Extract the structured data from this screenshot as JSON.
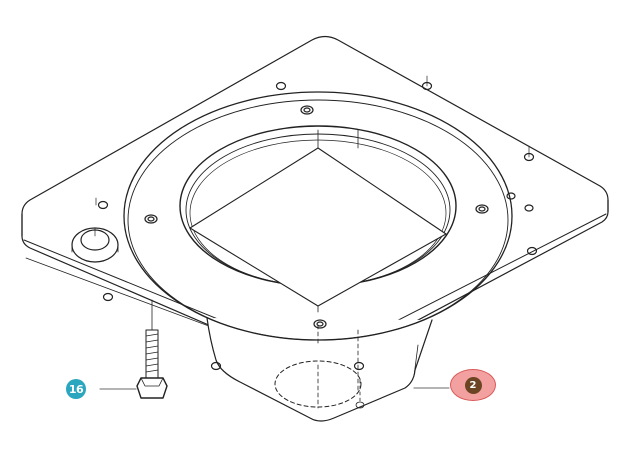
{
  "diagram": {
    "type": "exploded-parts-diagram",
    "subject": "square mounting plate with circular flange and lower housing",
    "callouts": [
      {
        "id": "callout-16",
        "label": "16",
        "color": "#2aa6bf",
        "part": "screw",
        "highlighted": false
      },
      {
        "id": "callout-2",
        "label": "2",
        "color": "#6b4423",
        "highlight_color": "#f3a0a0",
        "part": "housing",
        "highlighted": true
      }
    ]
  }
}
